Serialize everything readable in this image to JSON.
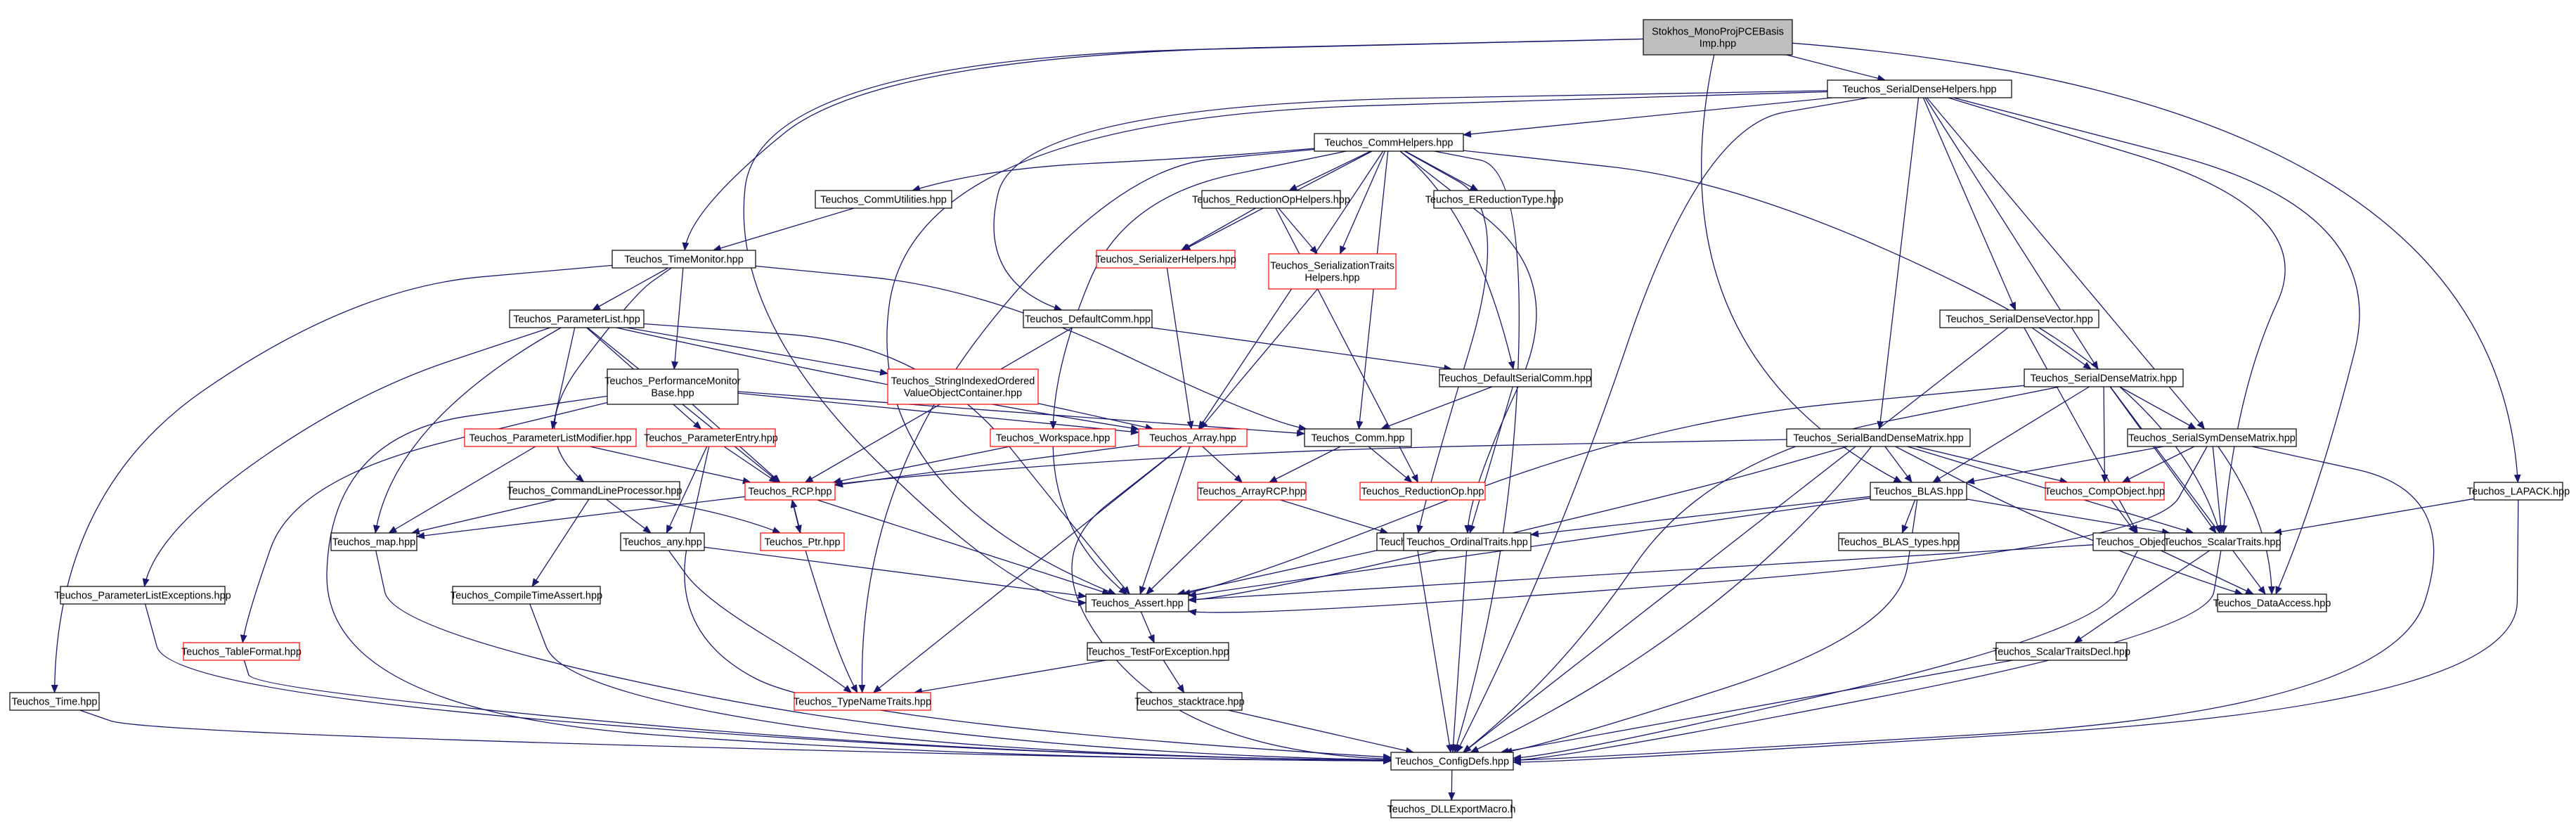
{
  "graph": {
    "colors": {
      "edge": "#191970",
      "border": "#000000",
      "border_incomplete": "#ff0000",
      "root_fill": "#bfbfbf",
      "node_fill": "#ffffff",
      "text": "#000000"
    },
    "nodes": [
      {
        "id": "root",
        "lines": [
          "Stokhos_MonoProjPCEBasis",
          "Imp.hpp"
        ],
        "root": true
      },
      {
        "id": "sdh",
        "lines": [
          "Teuchos_SerialDenseHelpers.hpp"
        ]
      },
      {
        "id": "commhelpers",
        "lines": [
          "Teuchos_CommHelpers.hpp"
        ]
      },
      {
        "id": "commutil",
        "lines": [
          "Teuchos_CommUtilities.hpp"
        ]
      },
      {
        "id": "reductionophelpers",
        "lines": [
          "Teuchos_ReductionOpHelpers.hpp"
        ]
      },
      {
        "id": "ereductiontype",
        "lines": [
          "Teuchos_EReductionType.hpp"
        ]
      },
      {
        "id": "serializerhelpers",
        "lines": [
          "Teuchos_SerializerHelpers.hpp"
        ],
        "incomplete": true
      },
      {
        "id": "sertraitshelpers",
        "lines": [
          "Teuchos_SerializationTraits",
          "Helpers.hpp"
        ],
        "incomplete": true
      },
      {
        "id": "timemonitor",
        "lines": [
          "Teuchos_TimeMonitor.hpp"
        ]
      },
      {
        "id": "defaultcomm",
        "lines": [
          "Teuchos_DefaultComm.hpp"
        ]
      },
      {
        "id": "paramlist",
        "lines": [
          "Teuchos_ParameterList.hpp"
        ]
      },
      {
        "id": "sdv",
        "lines": [
          "Teuchos_SerialDenseVector.hpp"
        ]
      },
      {
        "id": "perfmon",
        "lines": [
          "Teuchos_PerformanceMonitor",
          "Base.hpp"
        ]
      },
      {
        "id": "strindexed",
        "lines": [
          "Teuchos_StringIndexedOrdered",
          "ValueObjectContainer.hpp"
        ],
        "incomplete": true
      },
      {
        "id": "defserialcomm",
        "lines": [
          "Teuchos_DefaultSerialComm.hpp"
        ]
      },
      {
        "id": "sdm",
        "lines": [
          "Teuchos_SerialDenseMatrix.hpp"
        ]
      },
      {
        "id": "plmodifier",
        "lines": [
          "Teuchos_ParameterListModifier.hpp"
        ],
        "incomplete": true
      },
      {
        "id": "paramentry",
        "lines": [
          "Teuchos_ParameterEntry.hpp"
        ],
        "incomplete": true
      },
      {
        "id": "workspace",
        "lines": [
          "Teuchos_Workspace.hpp"
        ],
        "incomplete": true
      },
      {
        "id": "array",
        "lines": [
          "Teuchos_Array.hpp"
        ],
        "incomplete": true
      },
      {
        "id": "commhpp",
        "lines": [
          "Teuchos_Comm.hpp"
        ]
      },
      {
        "id": "sbdm",
        "lines": [
          "Teuchos_SerialBandDenseMatrix.hpp"
        ]
      },
      {
        "id": "ssdm",
        "lines": [
          "Teuchos_SerialSymDenseMatrix.hpp"
        ]
      },
      {
        "id": "cmdline",
        "lines": [
          "Teuchos_CommandLineProcessor.hpp"
        ]
      },
      {
        "id": "rcp",
        "lines": [
          "Teuchos_RCP.hpp"
        ],
        "incomplete": true
      },
      {
        "id": "arrayrcp",
        "lines": [
          "Teuchos_ArrayRCP.hpp"
        ],
        "incomplete": true
      },
      {
        "id": "reductionop",
        "lines": [
          "Teuchos_ReductionOp.hpp"
        ],
        "incomplete": true
      },
      {
        "id": "blas",
        "lines": [
          "Teuchos_BLAS.hpp"
        ]
      },
      {
        "id": "compobject",
        "lines": [
          "Teuchos_CompObject.hpp"
        ],
        "incomplete": true
      },
      {
        "id": "lapack",
        "lines": [
          "Teuchos_LAPACK.hpp"
        ]
      },
      {
        "id": "map",
        "lines": [
          "Teuchos_map.hpp"
        ]
      },
      {
        "id": "ptr",
        "lines": [
          "Teuchos_Ptr.hpp"
        ],
        "incomplete": true
      },
      {
        "id": "any",
        "lines": [
          "Teuchos_any.hpp"
        ]
      },
      {
        "id": "as",
        "lines": [
          "Teuchos_as.hpp"
        ]
      },
      {
        "id": "ordinaltraits",
        "lines": [
          "Teuchos_OrdinalTraits.hpp"
        ]
      },
      {
        "id": "blastypes",
        "lines": [
          "Teuchos_BLAS_types.hpp"
        ]
      },
      {
        "id": "object",
        "lines": [
          "Teuchos_Object.hpp"
        ]
      },
      {
        "id": "scalartraits",
        "lines": [
          "Teuchos_ScalarTraits.hpp"
        ]
      },
      {
        "id": "plexceptions",
        "lines": [
          "Teuchos_ParameterListExceptions.hpp"
        ]
      },
      {
        "id": "compiletimeassert",
        "lines": [
          "Teuchos_CompileTimeAssert.hpp"
        ]
      },
      {
        "id": "assert",
        "lines": [
          "Teuchos_Assert.hpp"
        ]
      },
      {
        "id": "dataaccess",
        "lines": [
          "Teuchos_DataAccess.hpp"
        ]
      },
      {
        "id": "tableformat",
        "lines": [
          "Teuchos_TableFormat.hpp"
        ],
        "incomplete": true
      },
      {
        "id": "testforexception",
        "lines": [
          "Teuchos_TestForException.hpp"
        ]
      },
      {
        "id": "scalartraitsdecl",
        "lines": [
          "Teuchos_ScalarTraitsDecl.hpp"
        ]
      },
      {
        "id": "typenametraits",
        "lines": [
          "Teuchos_TypeNameTraits.hpp"
        ],
        "incomplete": true
      },
      {
        "id": "stacktrace",
        "lines": [
          "Teuchos_stacktrace.hpp"
        ]
      },
      {
        "id": "time",
        "lines": [
          "Teuchos_Time.hpp"
        ]
      },
      {
        "id": "configdefs",
        "lines": [
          "Teuchos_ConfigDefs.hpp"
        ]
      },
      {
        "id": "dllexport",
        "lines": [
          "Teuchos_DLLExportMacro.h"
        ]
      }
    ],
    "edges": [
      [
        "root",
        "sdh"
      ],
      [
        "root",
        "timemonitor"
      ],
      [
        "root",
        "assert"
      ],
      [
        "root",
        "blas"
      ],
      [
        "root",
        "lapack"
      ],
      [
        "sdh",
        "commhelpers"
      ],
      [
        "sdh",
        "defaultcomm"
      ],
      [
        "sdh",
        "sdv"
      ],
      [
        "sdh",
        "sdm"
      ],
      [
        "sdh",
        "sbdm"
      ],
      [
        "sdh",
        "ssdm"
      ],
      [
        "sdh",
        "scalartraits"
      ],
      [
        "sdh",
        "dataaccess"
      ],
      [
        "sdh",
        "configdefs"
      ],
      [
        "sdh",
        "assert"
      ],
      [
        "commhelpers",
        "commutil"
      ],
      [
        "commhelpers",
        "reductionophelpers"
      ],
      [
        "commhelpers",
        "ereductiontype"
      ],
      [
        "commhelpers",
        "serializerhelpers"
      ],
      [
        "commhelpers",
        "sertraitshelpers"
      ],
      [
        "commhelpers",
        "workspace"
      ],
      [
        "commhelpers",
        "array"
      ],
      [
        "commhelpers",
        "commhpp"
      ],
      [
        "commhelpers",
        "defserialcomm"
      ],
      [
        "commhelpers",
        "as"
      ],
      [
        "commhelpers",
        "ordinaltraits"
      ],
      [
        "commhelpers",
        "typenametraits"
      ],
      [
        "commhelpers",
        "scalartraits"
      ],
      [
        "commhelpers",
        "configdefs"
      ],
      [
        "commutil",
        "timemonitor"
      ],
      [
        "reductionophelpers",
        "serializerhelpers"
      ],
      [
        "reductionophelpers",
        "sertraitshelpers"
      ],
      [
        "reductionophelpers",
        "reductionop"
      ],
      [
        "serializerhelpers",
        "array"
      ],
      [
        "sertraitshelpers",
        "array"
      ],
      [
        "timemonitor",
        "paramlist"
      ],
      [
        "timemonitor",
        "perfmon"
      ],
      [
        "timemonitor",
        "cmdline"
      ],
      [
        "timemonitor",
        "commhpp"
      ],
      [
        "timemonitor",
        "time"
      ],
      [
        "defaultcomm",
        "defserialcomm"
      ],
      [
        "defaultcomm",
        "rcp"
      ],
      [
        "paramlist",
        "plexceptions"
      ],
      [
        "paramlist",
        "plmodifier"
      ],
      [
        "paramlist",
        "paramentry"
      ],
      [
        "paramlist",
        "strindexed"
      ],
      [
        "paramlist",
        "array"
      ],
      [
        "paramlist",
        "map"
      ],
      [
        "paramlist",
        "rcp"
      ],
      [
        "paramlist",
        "assert"
      ],
      [
        "sdv",
        "sdm"
      ],
      [
        "sdv",
        "object"
      ],
      [
        "sdv",
        "configdefs"
      ],
      [
        "perfmon",
        "array"
      ],
      [
        "perfmon",
        "rcp"
      ],
      [
        "perfmon",
        "tableformat"
      ],
      [
        "perfmon",
        "commhpp"
      ],
      [
        "perfmon",
        "configdefs"
      ],
      [
        "strindexed",
        "array"
      ],
      [
        "defserialcomm",
        "commhpp"
      ],
      [
        "defserialcomm",
        "ordinaltraits"
      ],
      [
        "sdm",
        "ssdm"
      ],
      [
        "sdm",
        "blas"
      ],
      [
        "sdm",
        "compobject"
      ],
      [
        "sdm",
        "scalartraits"
      ],
      [
        "sdm",
        "dataaccess"
      ],
      [
        "sdm",
        "assert"
      ],
      [
        "sdm",
        "configdefs"
      ],
      [
        "plmodifier",
        "rcp"
      ],
      [
        "plmodifier",
        "map"
      ],
      [
        "paramentry",
        "any"
      ],
      [
        "paramentry",
        "rcp"
      ],
      [
        "paramentry",
        "configdefs"
      ],
      [
        "workspace",
        "rcp"
      ],
      [
        "workspace",
        "assert"
      ],
      [
        "array",
        "rcp"
      ],
      [
        "array",
        "arrayrcp"
      ],
      [
        "array",
        "assert"
      ],
      [
        "array",
        "typenametraits"
      ],
      [
        "array",
        "configdefs"
      ],
      [
        "commhpp",
        "arrayrcp"
      ],
      [
        "commhpp",
        "reductionop"
      ],
      [
        "sbdm",
        "blas"
      ],
      [
        "sbdm",
        "compobject"
      ],
      [
        "sbdm",
        "scalartraits"
      ],
      [
        "sbdm",
        "dataaccess"
      ],
      [
        "sbdm",
        "rcp"
      ],
      [
        "sbdm",
        "assert"
      ],
      [
        "sbdm",
        "configdefs"
      ],
      [
        "ssdm",
        "blas"
      ],
      [
        "ssdm",
        "compobject"
      ],
      [
        "ssdm",
        "scalartraits"
      ],
      [
        "ssdm",
        "dataaccess"
      ],
      [
        "ssdm",
        "assert"
      ],
      [
        "ssdm",
        "configdefs"
      ],
      [
        "cmdline",
        "map"
      ],
      [
        "cmdline",
        "any"
      ],
      [
        "cmdline",
        "compiletimeassert"
      ],
      [
        "cmdline",
        "ptr"
      ],
      [
        "rcp",
        "ptr"
      ],
      [
        "rcp",
        "map"
      ],
      [
        "rcp",
        "assert"
      ],
      [
        "rcp",
        "typenametraits"
      ],
      [
        "ptr",
        "rcp"
      ],
      [
        "arrayrcp",
        "as"
      ],
      [
        "arrayrcp",
        "assert"
      ],
      [
        "blas",
        "ordinaltraits"
      ],
      [
        "blas",
        "blastypes"
      ],
      [
        "blas",
        "scalartraits"
      ],
      [
        "blas",
        "assert"
      ],
      [
        "blas",
        "configdefs"
      ],
      [
        "compobject",
        "object"
      ],
      [
        "lapack",
        "scalartraits"
      ],
      [
        "lapack",
        "configdefs"
      ],
      [
        "map",
        "configdefs"
      ],
      [
        "any",
        "assert"
      ],
      [
        "any",
        "typenametraits"
      ],
      [
        "as",
        "assert"
      ],
      [
        "as",
        "configdefs"
      ],
      [
        "ordinaltraits",
        "configdefs"
      ],
      [
        "object",
        "assert"
      ],
      [
        "object",
        "dataaccess"
      ],
      [
        "object",
        "configdefs"
      ],
      [
        "scalartraits",
        "scalartraitsdecl"
      ],
      [
        "scalartraits",
        "configdefs"
      ],
      [
        "plexceptions",
        "configdefs"
      ],
      [
        "compiletimeassert",
        "configdefs"
      ],
      [
        "assert",
        "testforexception"
      ],
      [
        "tableformat",
        "configdefs"
      ],
      [
        "testforexception",
        "typenametraits"
      ],
      [
        "testforexception",
        "stacktrace"
      ],
      [
        "scalartraitsdecl",
        "configdefs"
      ],
      [
        "stacktrace",
        "configdefs"
      ],
      [
        "time",
        "configdefs"
      ],
      [
        "configdefs",
        "dllexport"
      ]
    ]
  }
}
